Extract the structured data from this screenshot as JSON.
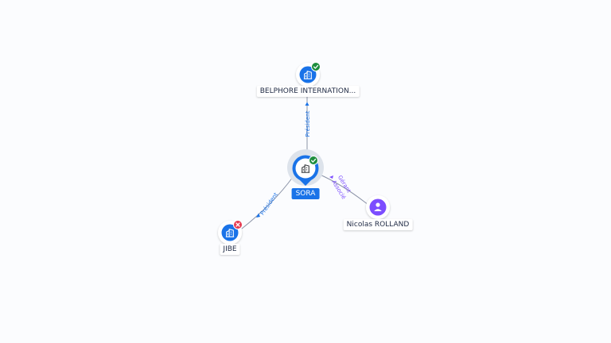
{
  "colors": {
    "company": "#1a73e8",
    "person": "#7c4dff",
    "active": "#1e8e3e",
    "closed": "#e53950",
    "edge": "#8b93a7",
    "edge_label_company": "#1a73e8",
    "edge_label_person": "#7c4dff"
  },
  "nodes": {
    "sora": {
      "label": "SORA",
      "icon": "building-icon",
      "status": "active"
    },
    "belphore": {
      "label": "BELPHORE INTERNATION...",
      "icon": "building-icon",
      "status": "active"
    },
    "jibe": {
      "label": "JIBE",
      "icon": "building-icon",
      "status": "closed"
    },
    "nicolas": {
      "label": "Nicolas ROLLAND",
      "icon": "person-icon"
    }
  },
  "edges": {
    "belphore_sora": {
      "label": "Président"
    },
    "jibe_sora": {
      "label": "Président"
    },
    "nicolas_sora": {
      "label_line1": "Gérant",
      "label_line2": "Associé"
    }
  }
}
